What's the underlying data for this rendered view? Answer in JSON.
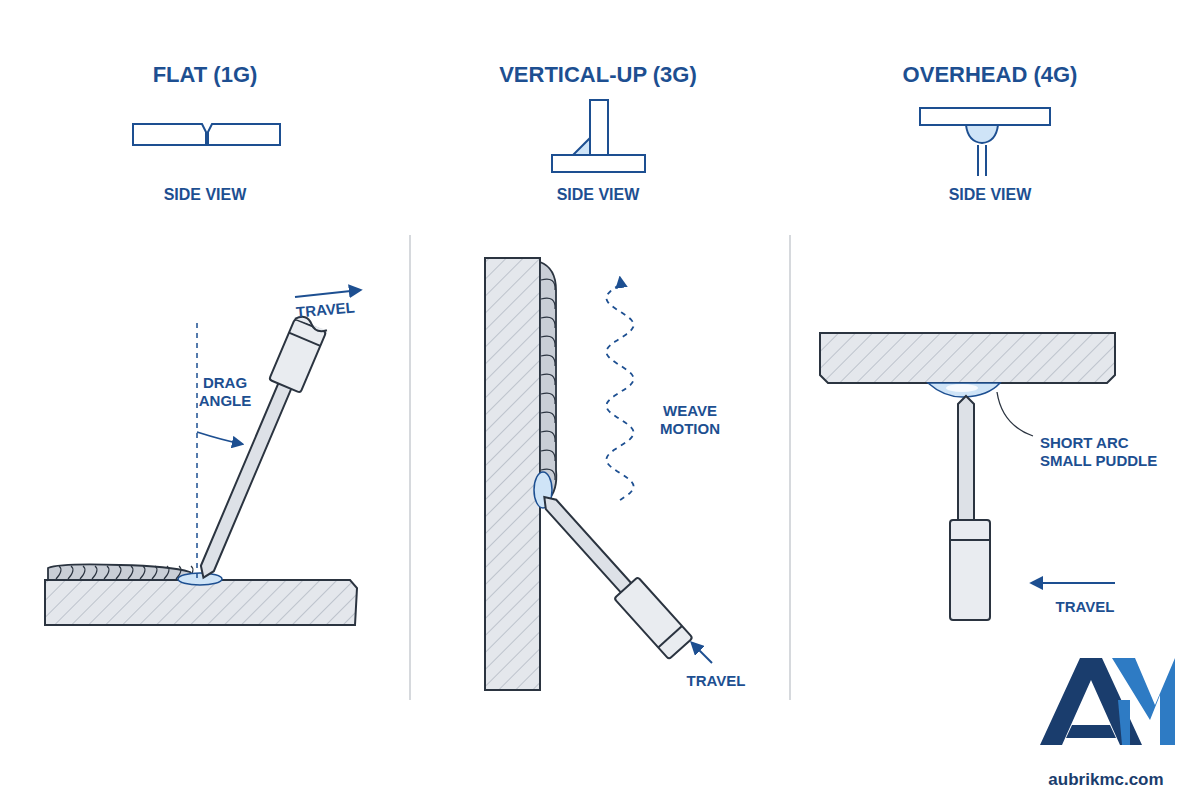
{
  "diagram": {
    "labels": [
      "FLAT (1G)",
      "SIDE VIEW",
      "DRAG ANGLE",
      "TRAVEL",
      "VERTICAL-UP (3G)",
      "SIDE VIEW",
      "WEAVE MOTION",
      "TRAVEL",
      "OVERHEAD (4G)",
      "SIDE VIEW",
      "SHORT ARC SMALL PUDDLE",
      "TRAVEL",
      "aubrikmc.com"
    ]
  }
}
